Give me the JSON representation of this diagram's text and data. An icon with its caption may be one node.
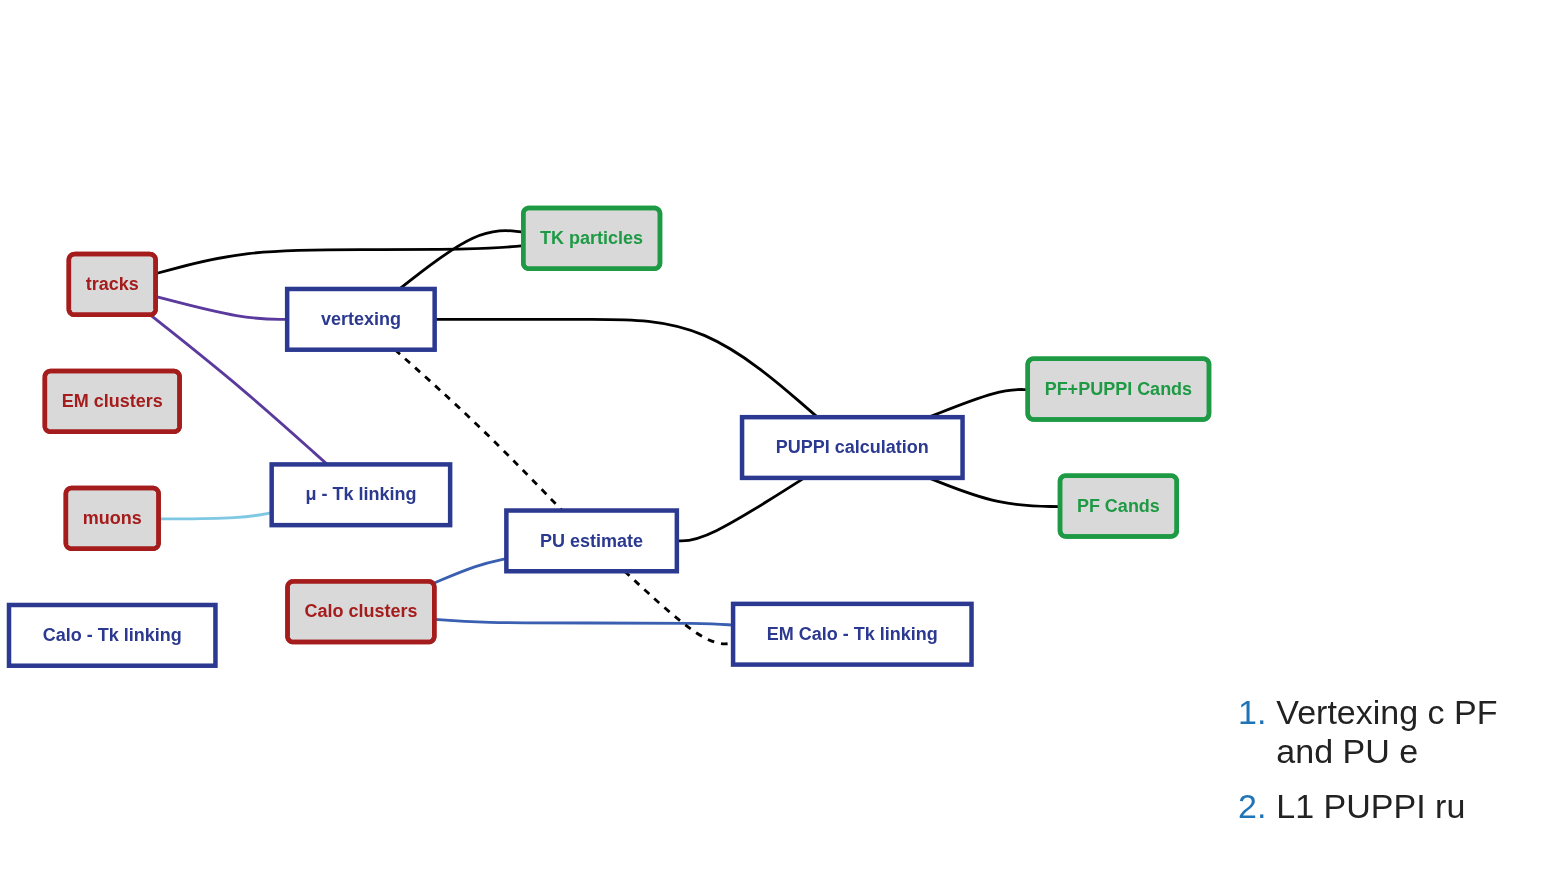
{
  "diagram": {
    "nodes": [
      {
        "text": [
          "vertexing"
        ]
      },
      {
        "text": [
          "TK particles"
        ]
      },
      {
        "text": [
          "tracks"
        ]
      },
      {
        "text": [
          "Calo clusters"
        ]
      },
      {
        "text": [
          "EM clusters"
        ]
      },
      {
        "text": [
          "muons"
        ]
      },
      {
        "text": [
          "PU estimate"
        ]
      },
      {
        "text": [
          "PUPPI calculation"
        ]
      },
      {
        "text": [
          "PF+PUPPI Cands"
        ]
      },
      {
        "text": [
          "μ - Tk linking"
        ]
      },
      {
        "text": [
          "EM Calo - Tk linking"
        ]
      },
      {
        "text": [
          "Calo - Tk linking"
        ]
      },
      {
        "text": [
          "PF Cands"
        ]
      }
    ],
    "edges": [
      {
        "from": 2,
        "to": 0,
        "arrow": "none",
        "color": "#5b3a9e"
      },
      {
        "from": 0,
        "to": 1,
        "arrow": "none"
      },
      {
        "from": 2,
        "to": 1,
        "arrow": "none"
      },
      {
        "from": 0,
        "to": 7,
        "arrow": "none"
      },
      {
        "from": 0,
        "to": 6,
        "arrow": "none",
        "style": "dashed"
      },
      {
        "from": 3,
        "to": 6,
        "arrow": "none",
        "color": "#3a5fb0"
      },
      {
        "from": 3,
        "to": 10,
        "arrow": "none",
        "color": "#3a5fb0"
      },
      {
        "from": 2,
        "to": 9,
        "arrow": "none",
        "color": "#5b3a9e"
      },
      {
        "from": 5,
        "to": 9,
        "arrow": "none",
        "color": "#7ec8e3"
      },
      {
        "from": 6,
        "to": 7,
        "arrow": "none"
      },
      {
        "from": 7,
        "to": 8,
        "arrow": "none"
      },
      {
        "from": 7,
        "to": 12,
        "arrow": "none"
      },
      {
        "from": 6,
        "to": 10,
        "arrow": "none",
        "style": "dashed"
      }
    ],
    "labels": [
      "1.",
      "Vertexing c PF and PU e",
      "2.",
      "L1 PUPPI ru"
    ]
  }
}
